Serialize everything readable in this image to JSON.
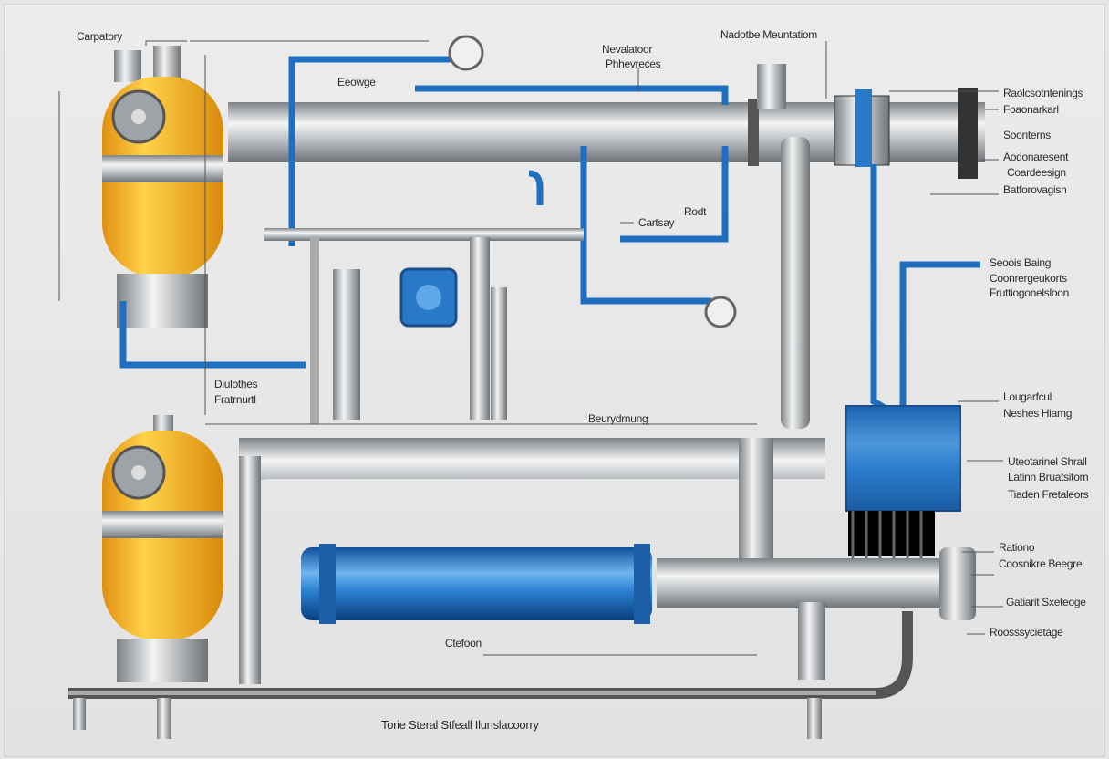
{
  "labels": {
    "carpatory": "Carpatory",
    "eeowge": "Eeowge",
    "nevalatoor": [
      "Nevalatoor",
      "Phhevreces"
    ],
    "nadotbe": "Nadotbe Meuntatiom",
    "right_top": [
      "Raolcsotntenings",
      "Foaonarkarl",
      "Soonterns",
      "Aodonaresent",
      "Coardeesign",
      "Batforovagisn"
    ],
    "cartsay": "Cartsay",
    "rodt": "Rodt",
    "seoois": [
      "Seoois Baing",
      "Coonrergeukorts",
      "Fruttiogonelsloon"
    ],
    "diulothes": [
      "Diulothes",
      "Fratrnurtl"
    ],
    "beurydrnung": "Beurydrnung",
    "lougarfcul": [
      "Lougarfcul",
      "Neshes Hiamg"
    ],
    "uteotarinel": [
      "Uteotarinel Shrall",
      "Latinn Bruatsitom",
      "Tiaden Fretaleors"
    ],
    "rationo": [
      "Rationo",
      "Coosnikre Beegre"
    ],
    "gatiarit": "Gatiarit Sxeteoge",
    "roosss": "Roosssycietage",
    "ctefoon": "Ctefoon",
    "footer": "Torie Steral Stfeall Ilunslacoorry"
  },
  "colors": {
    "tank": "#f5b21f",
    "blue": "#2a78c8",
    "steel": "#b8bcc0"
  }
}
